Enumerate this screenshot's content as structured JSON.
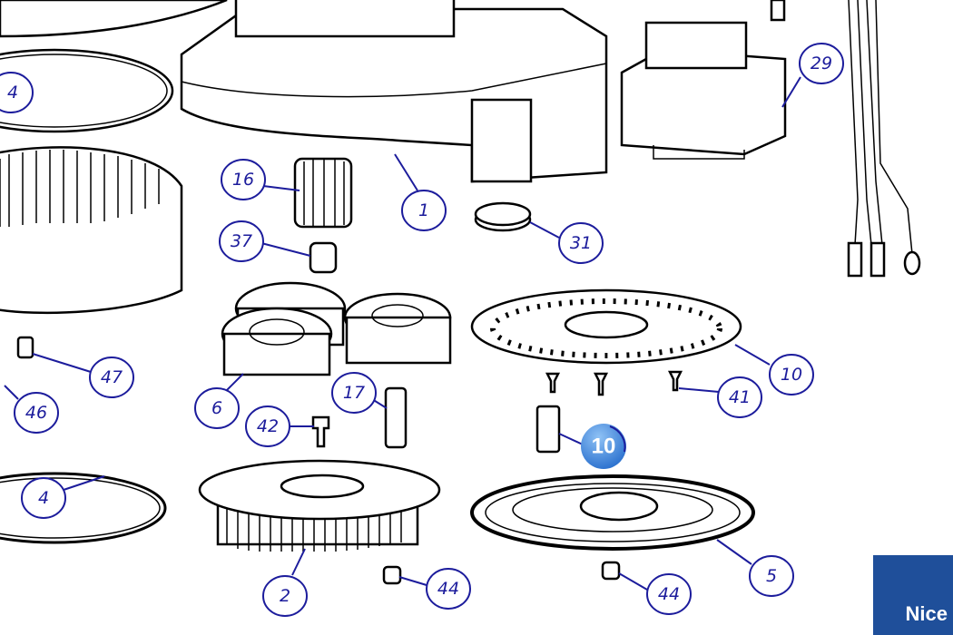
{
  "diagram": {
    "callouts": [
      "4",
      "16",
      "1",
      "29",
      "31",
      "37",
      "47",
      "46",
      "6",
      "17",
      "42",
      "10",
      "41",
      "4",
      "2",
      "44",
      "44",
      "5"
    ],
    "highlighted_callout": "10",
    "highlight_color": "#3d86dd",
    "callout_color": "#1c1c9c"
  },
  "logo": {
    "text": "Nice",
    "color": "#1f4f9a"
  }
}
